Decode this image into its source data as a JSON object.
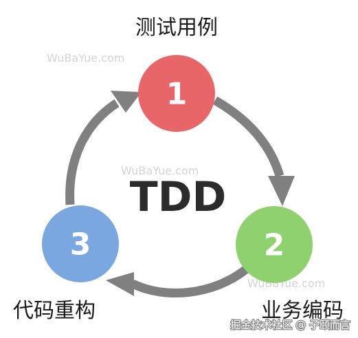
{
  "diagram": {
    "center_label": "TDD",
    "colors": {
      "arrow": "#808080",
      "node_1": "#e8666a",
      "node_2": "#8fd16f",
      "node_3": "#7aa7df"
    },
    "nodes": [
      {
        "number": "1",
        "label": "测试用例"
      },
      {
        "number": "2",
        "label": "业务编码"
      },
      {
        "number": "3",
        "label": "代码重构"
      }
    ],
    "watermarks": [
      "WuBaYue.com",
      "WuBaYue.com",
      "WuBaYue.com"
    ],
    "footer_watermark": "掘金技术社区 @ 子颐而言"
  }
}
